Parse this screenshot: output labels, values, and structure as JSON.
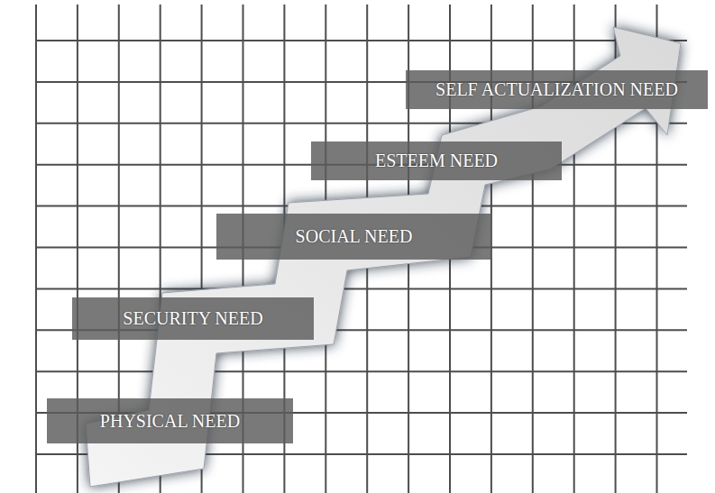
{
  "diagram": {
    "nodes": [
      {
        "text": [
          "PHYSICAL NEED"
        ]
      },
      {
        "text": [
          "SECURITY NEED"
        ]
      },
      {
        "text": [
          "SOCIAL NEED"
        ]
      },
      {
        "text": [
          "ESTEEM NEED"
        ]
      },
      {
        "text": [
          "SELF ACTUALIZATION NEED"
        ]
      }
    ]
  }
}
